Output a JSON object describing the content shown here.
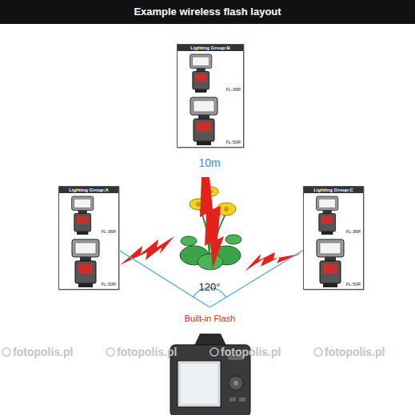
{
  "diagram": {
    "title": "Example wireless flash layout",
    "nodes": [
      {
        "text": [
          "Lighting Group:B"
        ]
      },
      {
        "text": [
          "FL-36R"
        ],
        "in": 0
      },
      {
        "text": [
          "FL-50R"
        ],
        "in": 0
      },
      {
        "text": [
          "Lighting Group:A"
        ]
      },
      {
        "text": [
          "FL-36R"
        ],
        "in": 3
      },
      {
        "text": [
          "FL-50R"
        ],
        "in": 3
      },
      {
        "text": [
          "Lighting Group:C"
        ]
      },
      {
        "text": [
          "FL-36R"
        ],
        "in": 6
      },
      {
        "text": [
          "FL-50R"
        ],
        "in": 6
      },
      {
        "text": [
          "Built-in Flash"
        ]
      }
    ],
    "edges": [
      {
        "from": 9,
        "to": 3,
        "arrow": "none"
      },
      {
        "from": 9,
        "to": 6,
        "arrow": "none"
      }
    ],
    "labels": [
      "10m",
      "120°",
      "fotopolis.pl",
      "fotopolis.pl",
      "fotopolis.pl",
      "fotopolis.pl"
    ]
  }
}
